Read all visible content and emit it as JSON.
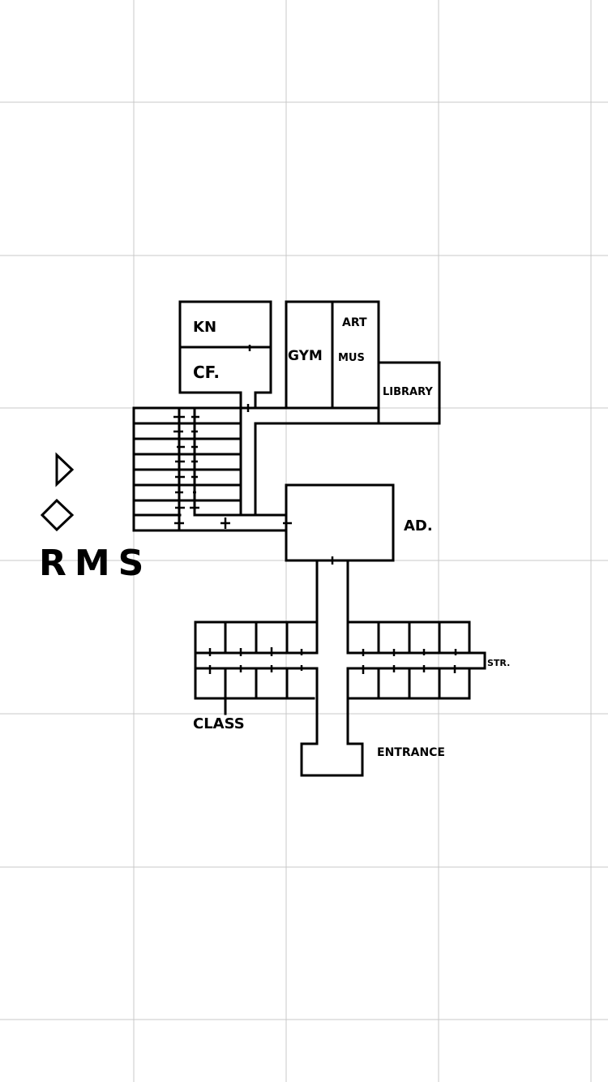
{
  "labels": {
    "kn": "KN",
    "cf": "CF.",
    "gym": "GYM",
    "art": "ART",
    "mus": "MUS",
    "library": "LIBRARY",
    "ad": "AD.",
    "class": "CLASS",
    "str": "STR.",
    "entrance": "ENTRANCE",
    "rms": "RMS"
  },
  "colors": {
    "ink": "#000000",
    "grid": "#c8c8c8"
  }
}
